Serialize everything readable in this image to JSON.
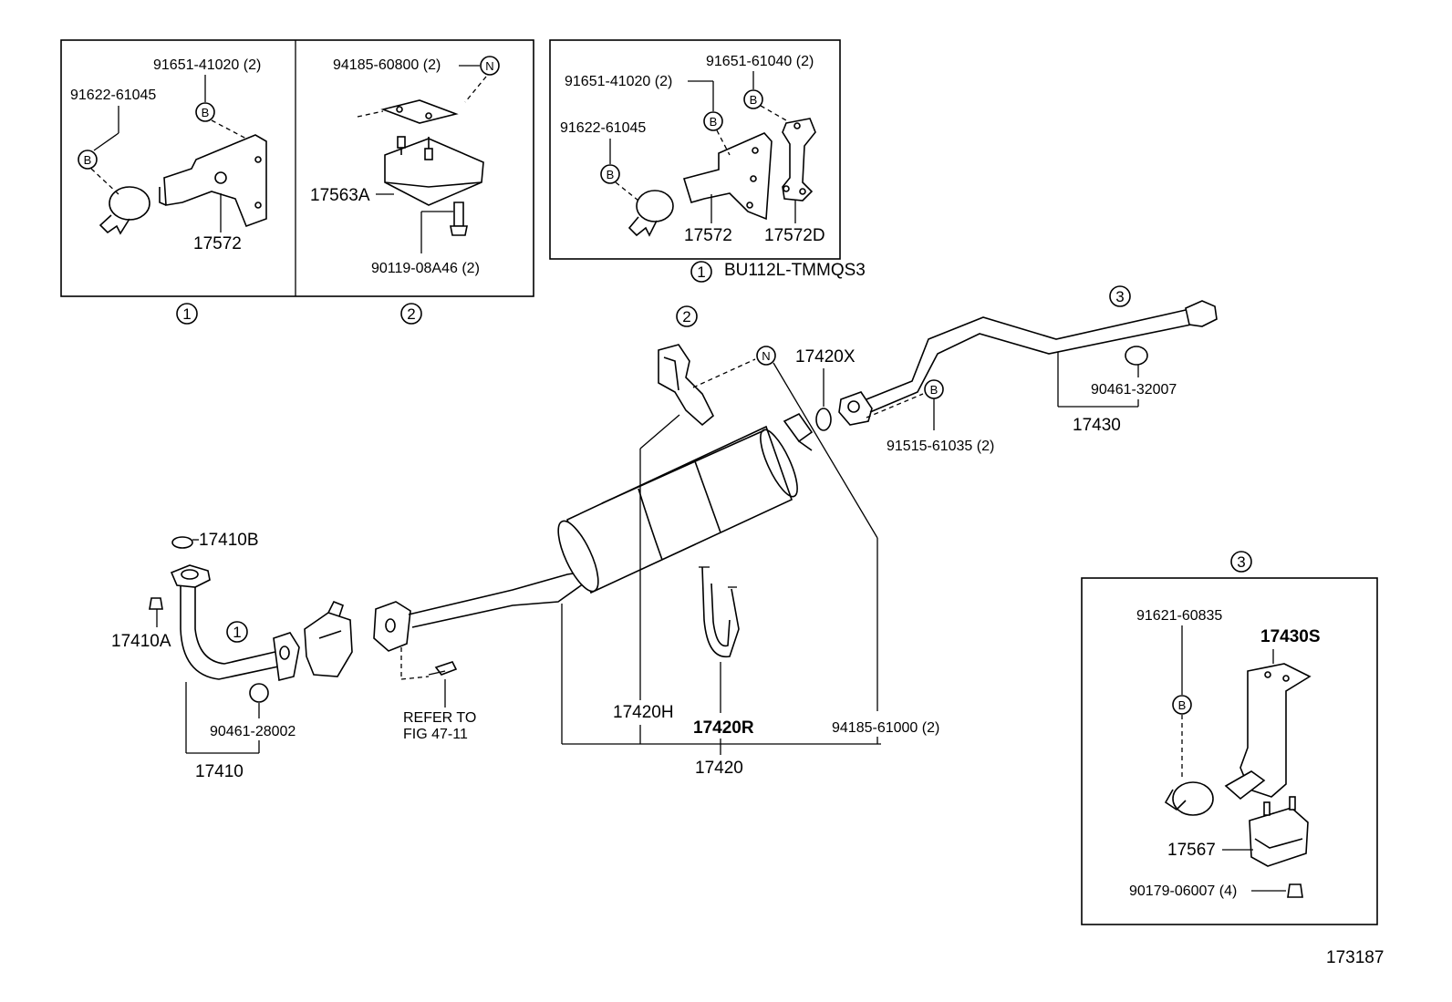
{
  "inset1": {
    "label_91651_41020": "91651-41020 (2)",
    "label_91622_61045": "91622-61045",
    "label_17572": "17572",
    "marker_b1": "B",
    "marker_b2": "B",
    "circle_num": "1"
  },
  "inset2": {
    "label_94185_60800": "94185-60800 (2)",
    "label_17563A": "17563A",
    "label_90119": "90119-08A46 (2)",
    "marker_n": "N",
    "circle_num": "2"
  },
  "inset1b": {
    "label_91651_61040": "91651-61040 (2)",
    "label_91651_41020": "91651-41020 (2)",
    "label_91622_61045": "91622-61045",
    "label_17572": "17572",
    "label_17572D": "17572D",
    "marker_b1": "B",
    "marker_b2": "B",
    "marker_b3": "B",
    "circle_num": "1",
    "caption": "BU112L-TMMQS3"
  },
  "main": {
    "circle_2": "2",
    "marker_n": "N",
    "label_17420X": "17420X",
    "circle_3": "3",
    "marker_b": "B",
    "label_90461_32007": "90461-32007",
    "label_17430": "17430",
    "label_91515": "91515-61035 (2)",
    "label_17410B": "17410B",
    "label_17410A": "17410A",
    "circle_1": "1",
    "label_90461_28002": "90461-28002",
    "label_17410": "17410",
    "refer_line1": "REFER TO",
    "refer_line2": "FIG 47-11",
    "label_17420H": "17420H",
    "label_17420R": "17420R",
    "label_17420": "17420",
    "label_94185_61000": "94185-61000 (2)"
  },
  "inset3": {
    "circle_num": "3",
    "label_91621": "91621-60835",
    "label_17430S": "17430S",
    "marker_b": "B",
    "label_17567": "17567",
    "label_90179": "90179-06007 (4)"
  },
  "figure_number": "173187"
}
